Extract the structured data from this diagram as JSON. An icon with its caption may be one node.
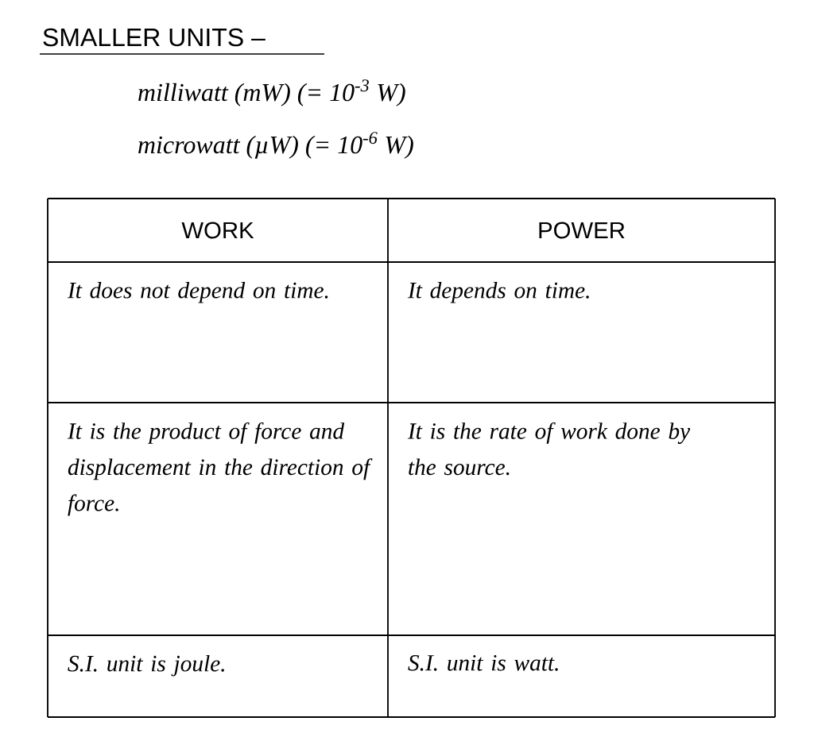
{
  "diagram": {
    "title": "SMALLER UNITS –",
    "labels": [
      "milliwatt (mW) (= 10$^{-3}$ W)",
      "microwatt (µW) (= 10$^{-6}$ W)",
      "WORK",
      "POWER",
      "It does not depend on time.",
      "It depends on time.",
      "It is the product of force and displacement in the direction of force.",
      "It is the rate of work done by the source.",
      "S.I. unit is joule.",
      "S.I. unit is watt."
    ]
  }
}
